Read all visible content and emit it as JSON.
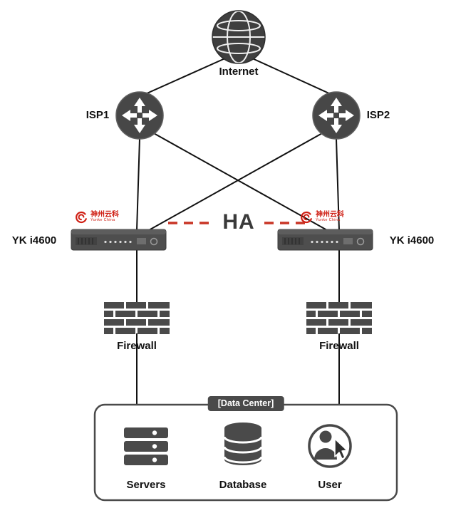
{
  "labels": {
    "internet": "Internet",
    "isp1": "ISP1",
    "isp2": "ISP2",
    "yk_left": "YK i4600",
    "yk_right": "YK i4600",
    "ha": "HA",
    "firewall_left": "Firewall",
    "firewall_right": "Firewall",
    "datacenter": "[Data Center]",
    "servers": "Servers",
    "database": "Database",
    "user": "User"
  },
  "brand": {
    "cn": "神州云科",
    "en": "Yunke China"
  },
  "colors": {
    "node_gray": "#4a4a4a",
    "line_black": "#111111",
    "ha_red": "#c83425",
    "brand_red": "#cf1f14",
    "badge_bg": "#4a4a4a"
  },
  "connections": [
    {
      "from": "Internet",
      "to": "ISP1"
    },
    {
      "from": "Internet",
      "to": "ISP2"
    },
    {
      "from": "ISP1",
      "to": "YK i4600 left"
    },
    {
      "from": "ISP1",
      "to": "YK i4600 right"
    },
    {
      "from": "ISP2",
      "to": "YK i4600 left"
    },
    {
      "from": "ISP2",
      "to": "YK i4600 right"
    },
    {
      "from": "YK i4600 left",
      "to": "YK i4600 right",
      "type": "HA dashed"
    },
    {
      "from": "YK i4600 left",
      "to": "Firewall left"
    },
    {
      "from": "YK i4600 right",
      "to": "Firewall right"
    },
    {
      "from": "Firewall left",
      "to": "Data Center"
    },
    {
      "from": "Firewall right",
      "to": "Data Center"
    }
  ]
}
